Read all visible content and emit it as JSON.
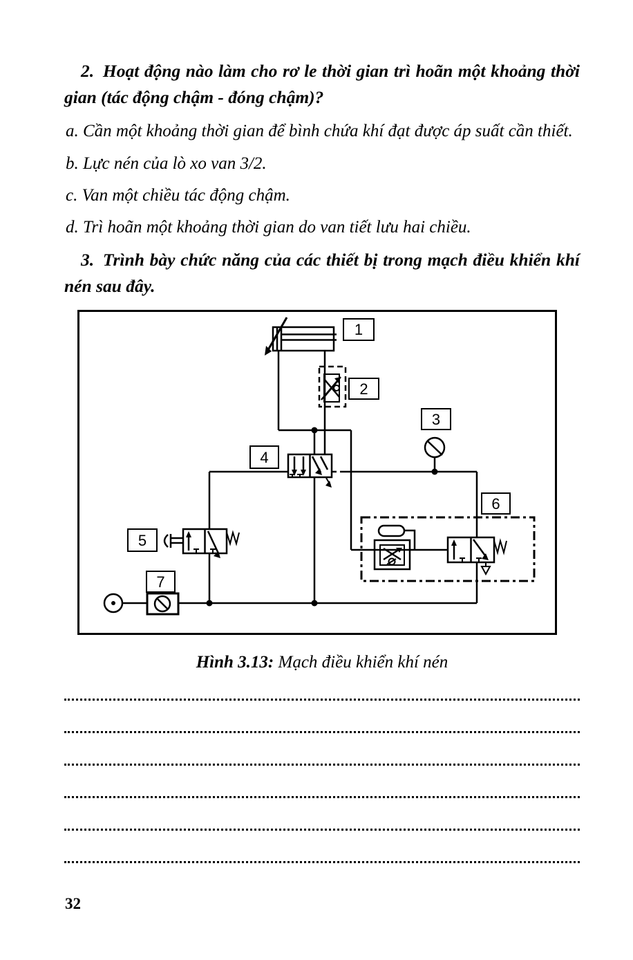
{
  "doc": {
    "question2": {
      "number": "2.",
      "text": "Hoạt động nào làm cho rơ le thời gian trì hoãn một khoảng thời gian (tác động chậm - đóng chậm)?",
      "options": [
        "a. Cần một khoảng thời gian để bình chứa khí đạt được áp suất cần thiết.",
        "b. Lực nén của lò xo van 3/2.",
        "c. Van một chiều tác động chậm.",
        "d. Trì hoãn một khoảng thời gian do van tiết lưu hai chiều."
      ]
    },
    "question3": {
      "number": "3.",
      "text": "Trình bày chức năng của các thiết bị trong mạch điều khiển khí nén sau đây."
    },
    "figure": {
      "labels": [
        "1",
        "2",
        "3",
        "4",
        "5",
        "6",
        "7"
      ],
      "caption_label": "Hình 3.13:",
      "caption_text": "Mạch điều khiển khí nén"
    },
    "answer_lines": 6,
    "page_number": "32",
    "ink_color": "#000000"
  }
}
